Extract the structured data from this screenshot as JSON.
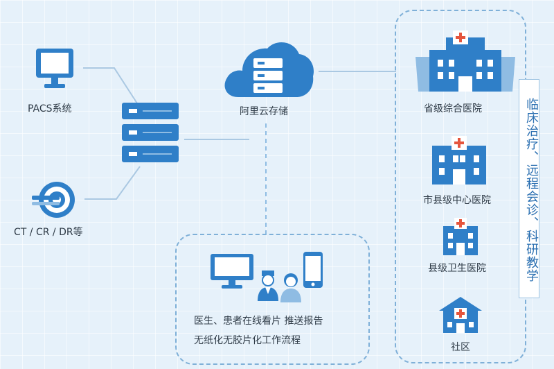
{
  "labels": {
    "pacs": "PACS系统",
    "ct": "CT / CR / DR等",
    "cloud": "阿里云存储",
    "provincial": "省级综合医院",
    "city_county": "市县级中心医院",
    "county": "县级卫生医院",
    "community": "社区",
    "bottom_line1": "医生、患者在线看片 推送报告",
    "bottom_line2": "无纸化无胶片化工作流程",
    "banner": "临床治疗、远程会诊、科研教学"
  },
  "colors": {
    "primary": "#2f7fc8",
    "light": "#8fbce3",
    "red_cross": "#e5553d",
    "line": "#7fb0d8",
    "text": "#2f3b47",
    "banner_text": "#2a6fb1"
  },
  "icons": [
    "monitor-icon",
    "scanner-icon",
    "server-rack-icon",
    "cloud-storage-icon",
    "hospital-icon",
    "computer-icon",
    "doctor-icon",
    "patient-icon",
    "smartphone-icon"
  ]
}
